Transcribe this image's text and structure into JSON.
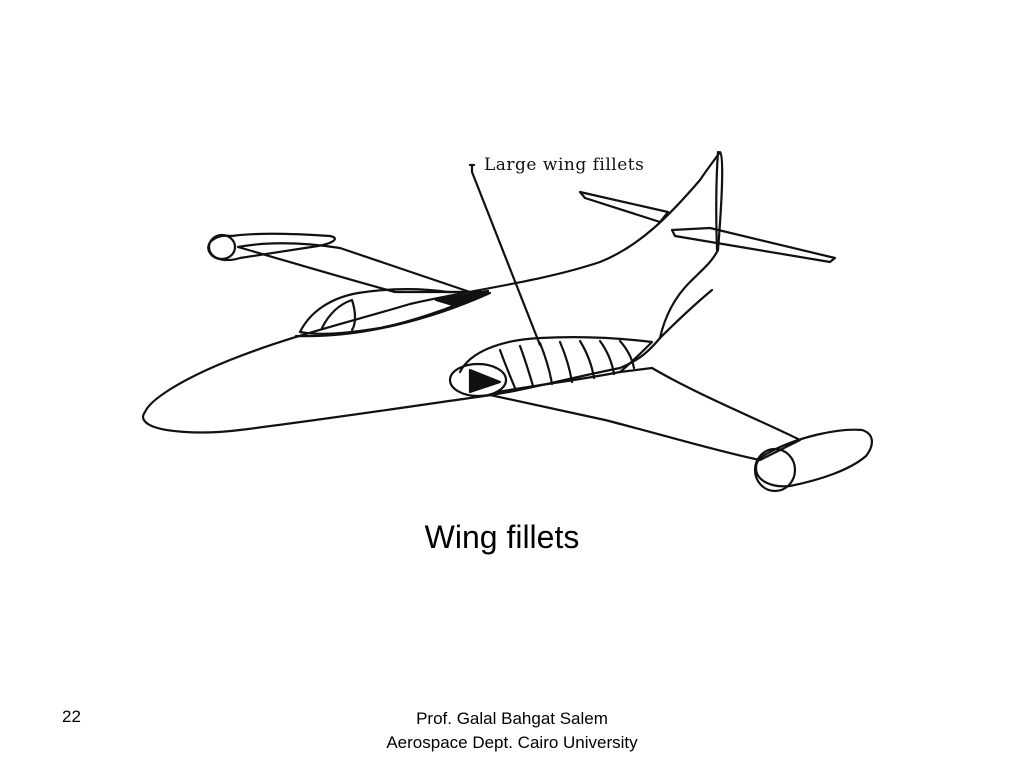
{
  "figure": {
    "callout_label": "Large wing fillets"
  },
  "caption": "Wing fillets",
  "footer": {
    "page_number": "22",
    "author": "Prof. Galal Bahgat Salem",
    "affiliation": "Aerospace Dept. Cairo University"
  }
}
